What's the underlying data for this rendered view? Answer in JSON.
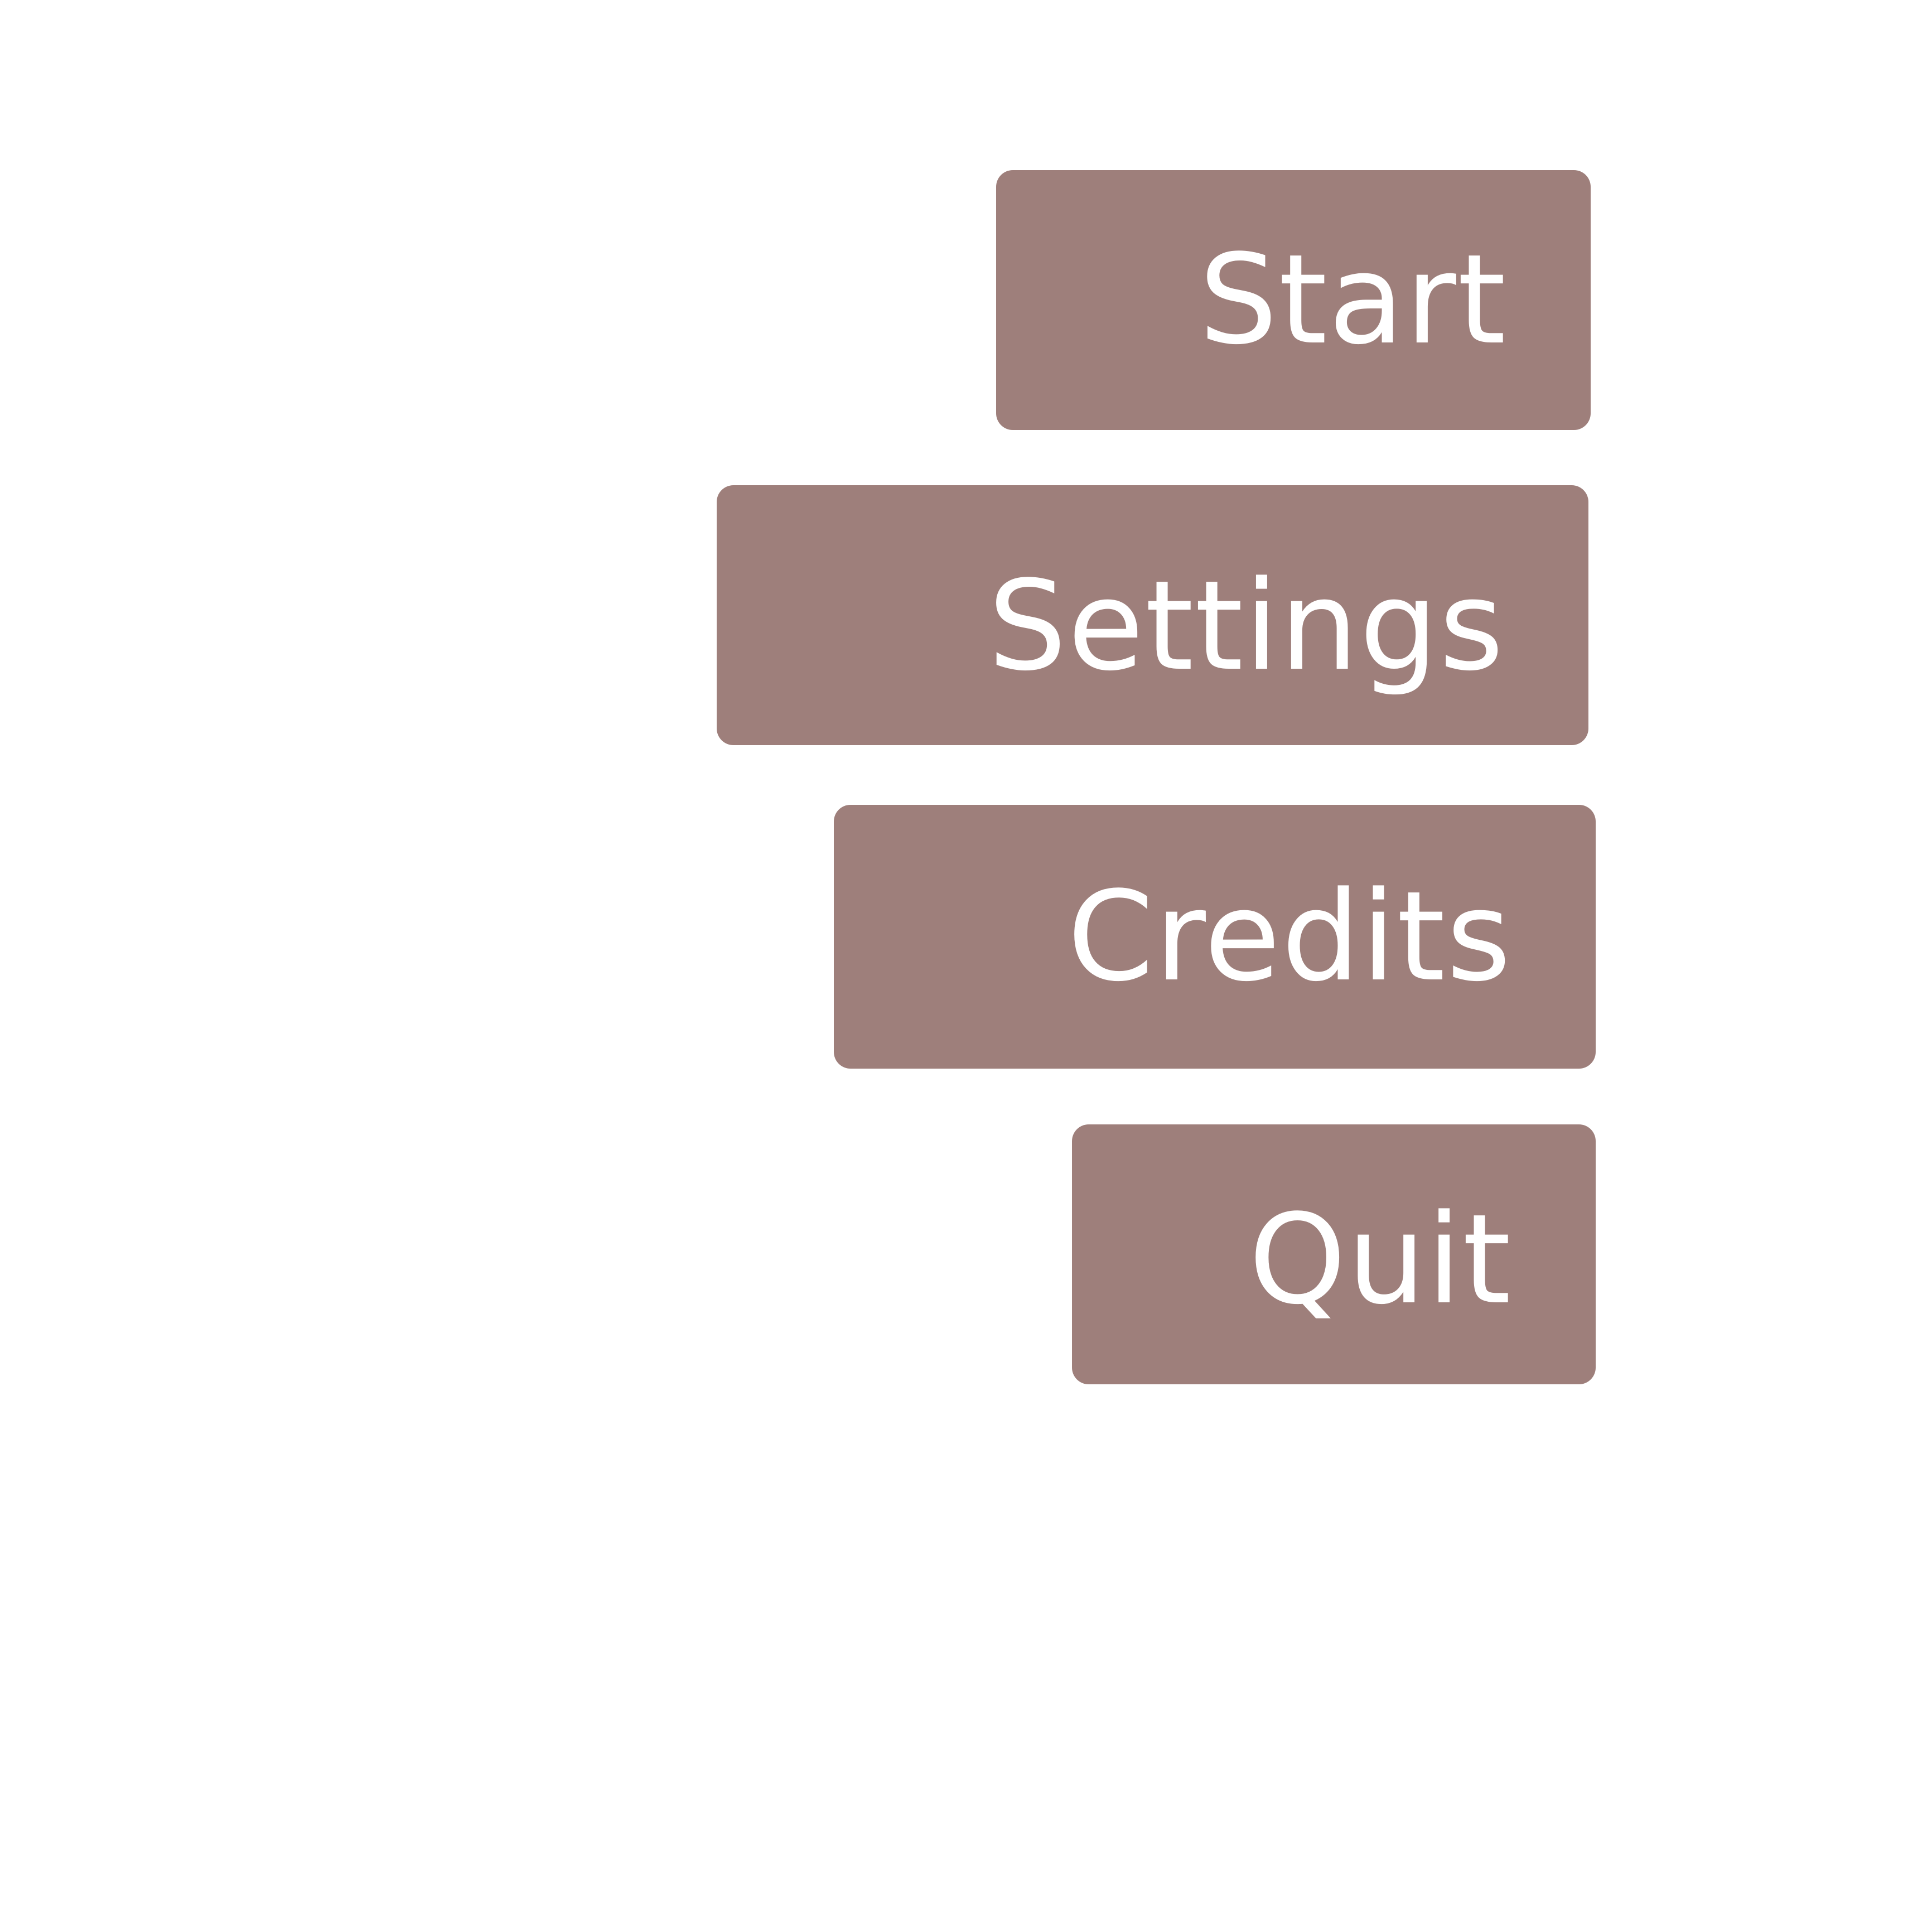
{
  "main_menu": {
    "button_color": "#9e7f7b",
    "label_color": "#ffffff",
    "items": [
      {
        "label": "Start"
      },
      {
        "label": "Settings"
      },
      {
        "label": "Credits"
      },
      {
        "label": "Quit"
      }
    ]
  }
}
